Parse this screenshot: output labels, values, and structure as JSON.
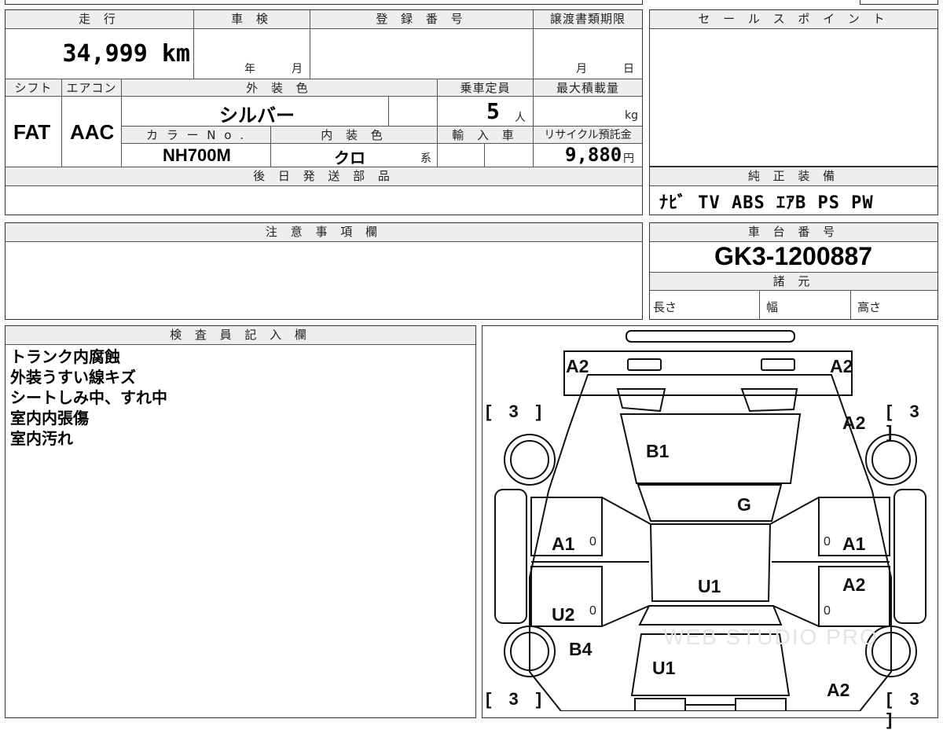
{
  "top": {
    "mileage_label": "走 行",
    "shaken_label": "車 検",
    "reg_label": "登 録 番 号",
    "transfer_label": "譲渡書類期限",
    "mileage": "34,999 km",
    "year_unit": "年",
    "month_unit": "月",
    "transfer_month": "月",
    "transfer_day": "日",
    "shift_label": "シフト",
    "ac_label": "エアコン",
    "exterior_label": "外 装 色",
    "capacity_label": "乗車定員",
    "maxload_label": "最大積載量",
    "shift": "FAT",
    "ac": "AAC",
    "exterior": "シルバー",
    "capacity": "5",
    "capacity_unit": "人",
    "load_unit": "kg",
    "color_no_label": "カ ラ ー N o .",
    "interior_label": "内 装 色",
    "import_label": "輸 入 車",
    "recycle_label": "リサイクル預託金",
    "color_no": "NH700M",
    "interior": "クロ",
    "interior_suffix": "系",
    "recycle": "9,880",
    "recycle_unit": "円",
    "later_parts_label": "後 日 発 送 部 品"
  },
  "sales": {
    "label": "セ ー ル ス ポ イ ン ト"
  },
  "equipment": {
    "label": "純 正 装 備",
    "items": "ﾅﾋﾞ TV ABS ｴｱB PS PW"
  },
  "caution": {
    "label": "注 意 事 項 欄"
  },
  "chassis": {
    "label": "車 台 番 号",
    "number": "GK3-1200887",
    "spec_label": "諸 元",
    "length": "長さ",
    "width": "幅",
    "height": "高さ"
  },
  "inspector": {
    "label": "検 査 員 記 入 欄",
    "notes": [
      "トランク内腐蝕",
      "外装うすい線キズ",
      "シートしみ中、すれ中",
      "室内内張傷",
      "室内汚れ"
    ]
  },
  "diagram": {
    "marks": {
      "a2_fl": "A2",
      "a2_fr": "A2",
      "a2_r1": "A2",
      "a2_r2": "A2",
      "a2_r3": "A2",
      "b1": "B1",
      "g": "G",
      "a1_l": "A1",
      "a1_r": "A1",
      "u1_mid": "U1",
      "u2": "U2",
      "b4": "B4",
      "u1_rear": "U1"
    },
    "zero": "0",
    "tire_rating": "[ 3 ]",
    "watermark": "WEB STUDIO PRO"
  }
}
